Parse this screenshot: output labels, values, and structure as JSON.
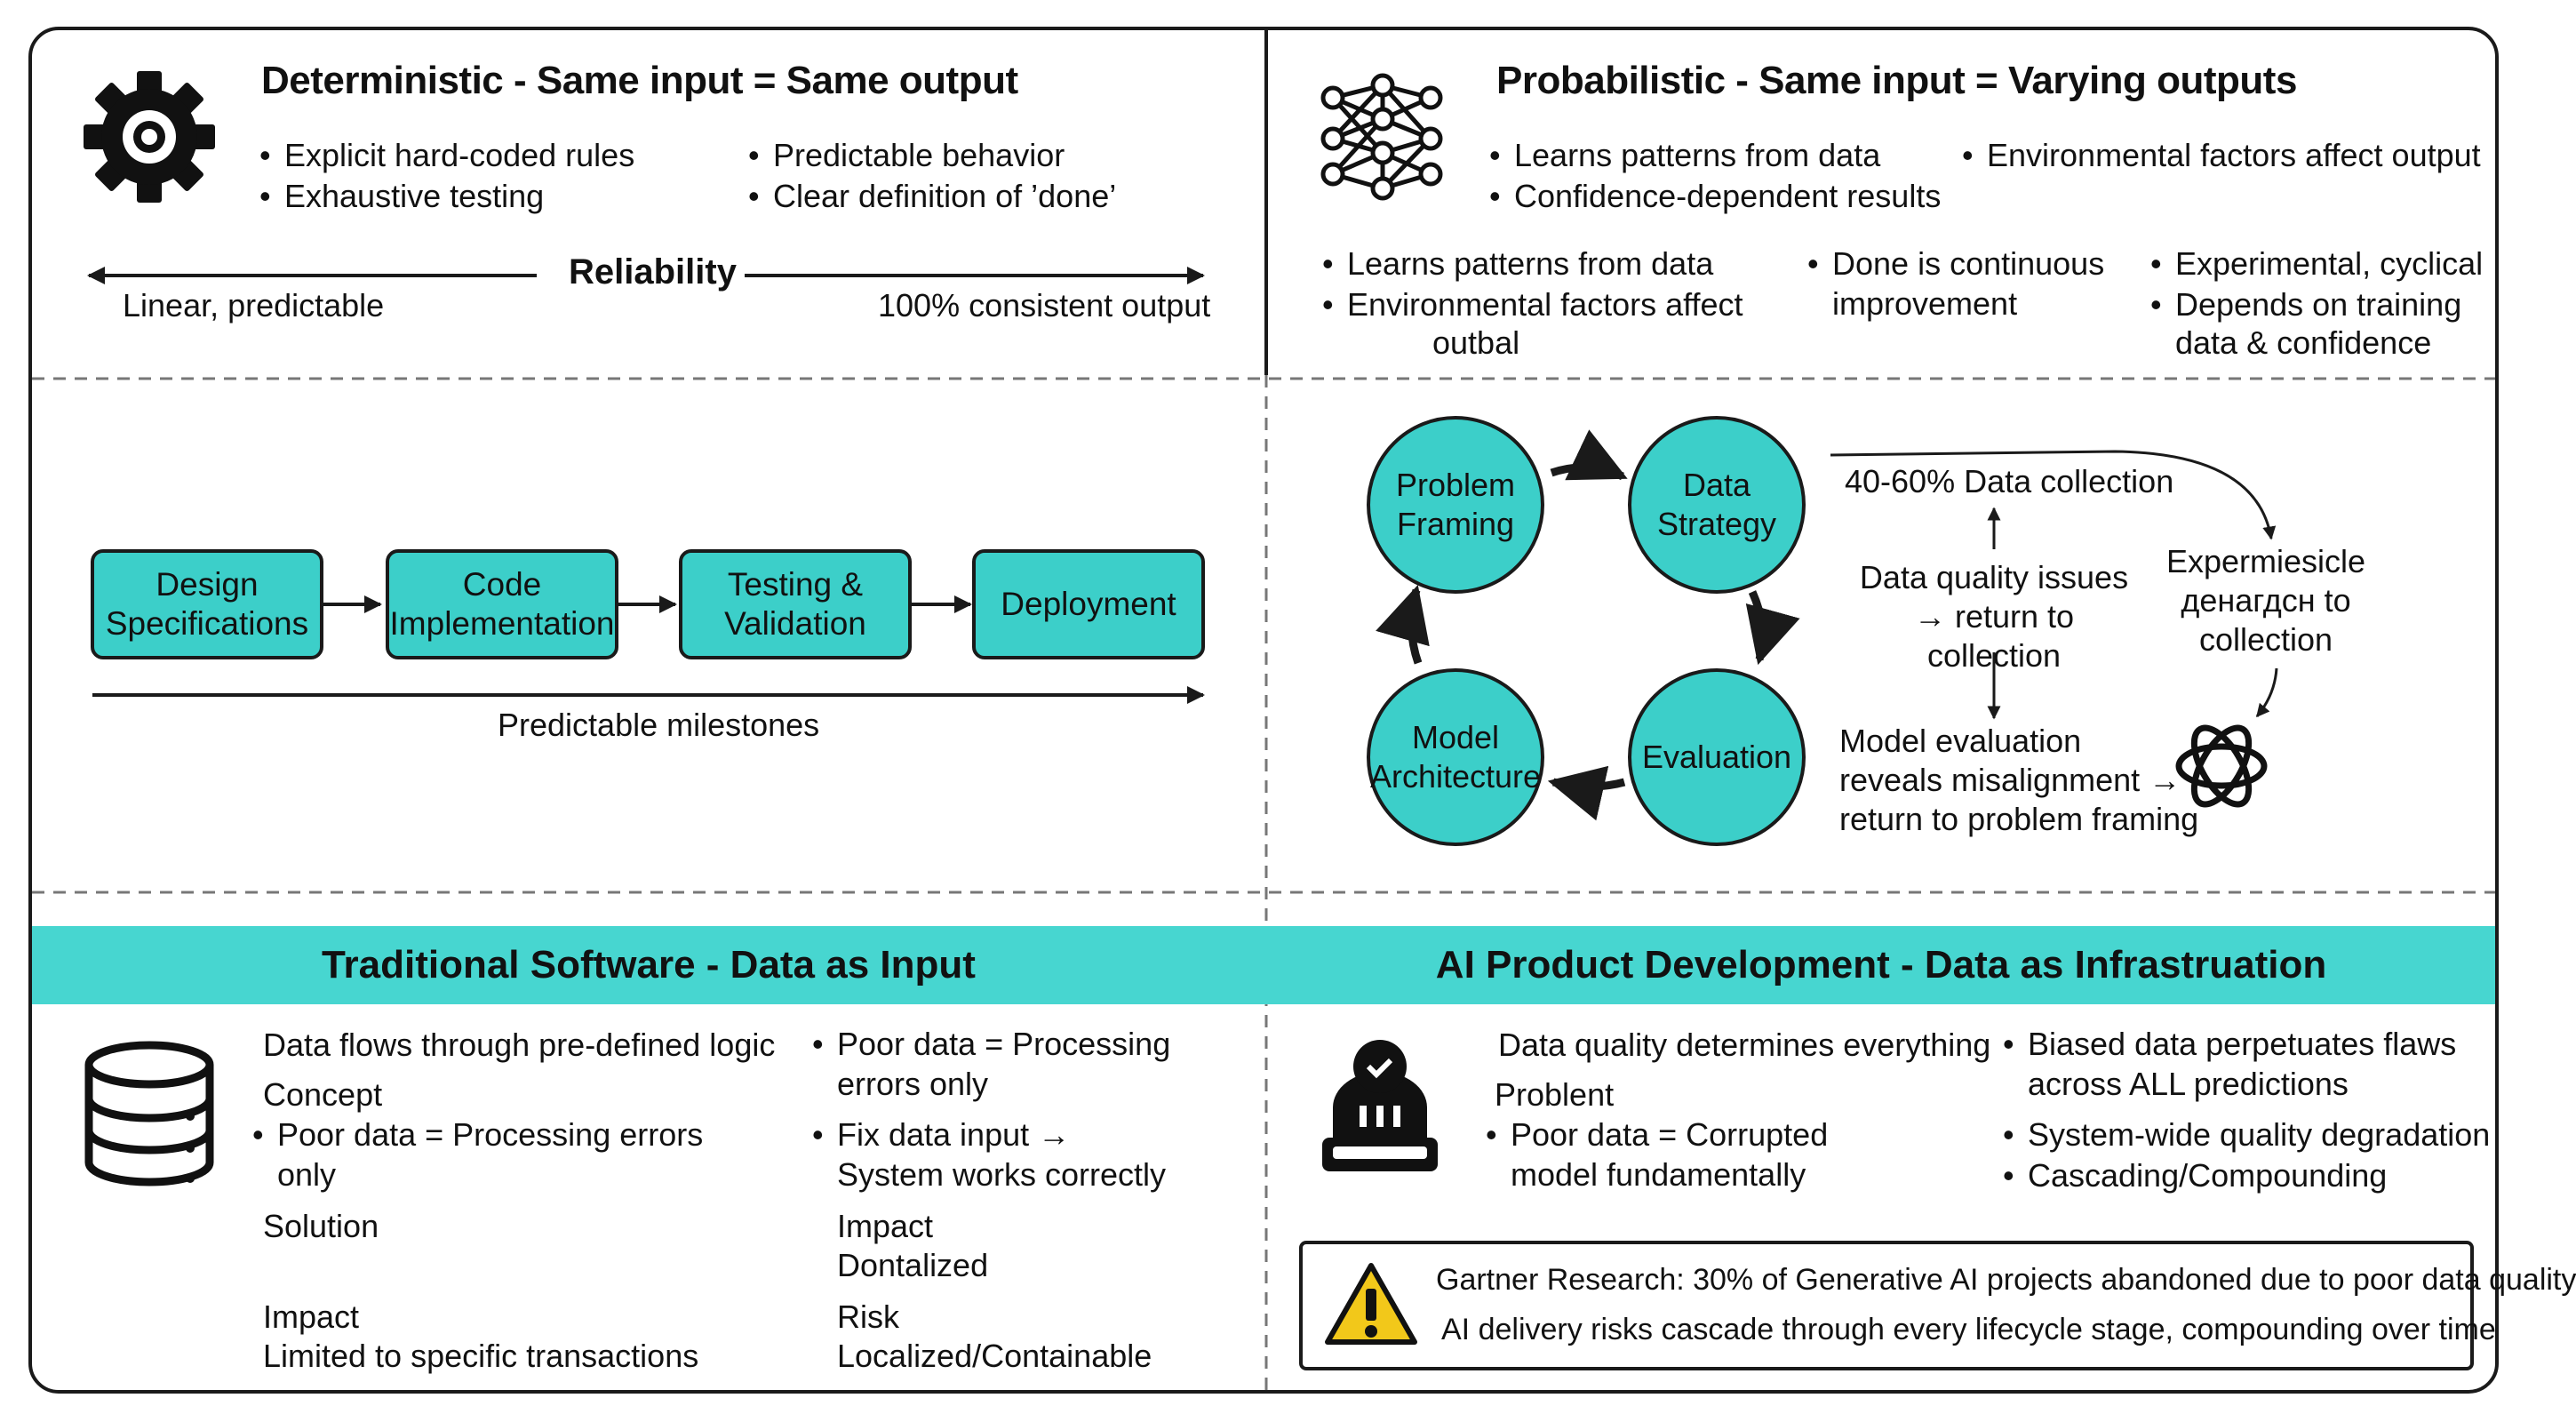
{
  "deterministic": {
    "title": "Deterministic - Same input = Same output",
    "bullets_left": [
      "Explicit hard-coded rules",
      "Exhaustive testing"
    ],
    "bullets_right": [
      "Predictable behavior",
      "Clear definition of ’done’"
    ],
    "axis_label": "Reliability",
    "axis_left": "Linear, predictable",
    "axis_right": "100% consistent output"
  },
  "probabilistic": {
    "title": "Probabilistic - Same input = Varying outputs",
    "bullets_a": [
      "Learns patterns from data",
      "Confidence-dependent results"
    ],
    "bullets_b": [
      "Environmental factors affect output"
    ],
    "col1": [
      "Learns patterns from data",
      "Environmental factors affect"
    ],
    "col1_cont": "outbal",
    "col2_bullet": "Done is continuous",
    "col2_cont": "improvement",
    "col3": [
      "Experimental, cyclical",
      "Depends on training"
    ],
    "col3_cont": "data & confidence"
  },
  "pipeline": {
    "steps": [
      "Design\nSpecifications",
      "Code\nImplementation",
      "Testing &\nValidation",
      "Deployment"
    ],
    "milestones_label": "Predictable milestones"
  },
  "cycle": {
    "nodes": [
      "Problem\nFraming",
      "Data\nStrategy",
      "Evaluation",
      "Model\nArchitecture"
    ],
    "note_collection": "40-60% Data collection",
    "note_quality": "Data quality issues\n→ return to collection",
    "note_experiment": "Expermiesicle\nденагдсн to\ncollection",
    "note_evaluation": "Model evaluation\nreveals misalignment →\nreturn to problem framing"
  },
  "bands": {
    "left": "Traditional Software - Data as Input",
    "right": "AI Product Development - Data as Infrastruation"
  },
  "traditional": {
    "intro": "Data flows through pre-defined logic",
    "concept_label": "Concept",
    "concept_bullet": "Poor data = Processing errors",
    "concept_cont": "only",
    "solution_label": "Solution",
    "impact_label": "Impact",
    "impact_value": "Limited to specific transactions",
    "right_bullet1": "Poor data = Processing",
    "right_bullet1_cont": "errors only",
    "right_bullet2": "Fix data input →",
    "right_bullet2_cont": "System works correctly",
    "impact2_label": "Impact",
    "impact2_value": "Dontalized",
    "risk_label": "Risk",
    "risk_value": "Localized/Containable"
  },
  "ai": {
    "intro": "Data quality determines everything",
    "problem_label": "Problent",
    "problem_bullet": "Poor data = Corrupted",
    "problem_cont": "model fundamentally",
    "right_bullet1": "Biased data perpetuates flaws",
    "right_bullet1_cont": "across ALL predictions",
    "right_bullets": [
      "System-wide quality degradation",
      "Cascading/Compounding"
    ],
    "alert_line1": "Gartner Research: 30% of Generative AI projects abandoned due to poor data quality",
    "alert_line2": "AI delivery risks cascade through every lifecycle stage, compounding over time"
  },
  "icons": {
    "gear": "gear-icon",
    "network": "neural-network-icon",
    "database": "database-icon",
    "person": "data-engineer-icon",
    "knot": "ai-knot-icon",
    "warning": "warning-icon"
  },
  "colors": {
    "accent": "#3ccfc9",
    "band": "#47d6d0",
    "warning": "#f2c81a",
    "ink": "#1a1a1a"
  }
}
